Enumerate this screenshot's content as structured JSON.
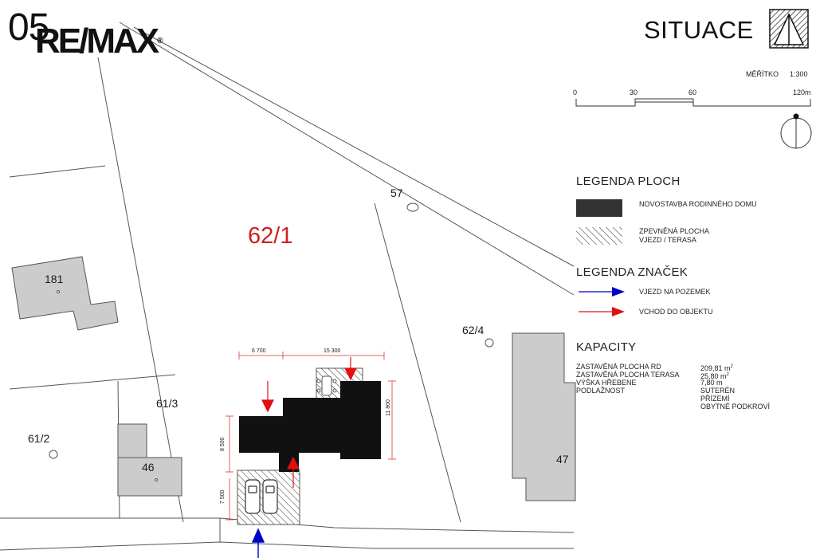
{
  "header": {
    "sheet_number": "05",
    "logo_text": "RE/MAX",
    "logo_mark": "®",
    "title": "SITUACE"
  },
  "scale": {
    "label": "MĚŘÍTKO",
    "ratio": "1:300",
    "ticks": [
      "0",
      "30",
      "60",
      "120m"
    ]
  },
  "parcels": {
    "main": "62/1",
    "road": "57",
    "right": "62/4",
    "left_upper": "61/3",
    "left_lower": "61/2"
  },
  "buildings": {
    "house_181": "181",
    "house_46": "46",
    "house_47": "47"
  },
  "dimensions": {
    "width_1": "6 700",
    "width_2": "15 300",
    "depth": "11 800",
    "side_1": "8 500",
    "side_2": "7 500"
  },
  "legend_areas": {
    "title": "LEGENDA PLOCH",
    "items": [
      {
        "label": "NOVOSTAVBA RODINNÉHO DOMU"
      },
      {
        "label": "ZPEVNĚNÁ PLOCHA",
        "label2": "VJEZD / TERASA"
      }
    ]
  },
  "legend_marks": {
    "title": "LEGENDA ZNAČEK",
    "items": [
      {
        "label": "VJEZD NA POZEMEK",
        "color": "#0000cc"
      },
      {
        "label": "VCHOD DO OBJEKTU",
        "color": "#e01010"
      }
    ]
  },
  "capacities": {
    "title": "KAPACITY",
    "rows": [
      {
        "label": "ZASTAVĚNÁ PLOCHA RD",
        "value": "209,81 m",
        "unit_sup": "2"
      },
      {
        "label": "ZASTAVĚNÁ PLOCHA TERASA",
        "value": "25,80 m",
        "unit_sup": "2"
      },
      {
        "label": "VÝŠKA HŘEBENE",
        "value": "7,80 m",
        "unit_sup": ""
      },
      {
        "label": "PODLAŽNOST",
        "value": "SUTERÉN",
        "unit_sup": ""
      }
    ],
    "extra_values": [
      "PŘÍZEMÍ",
      "OBYTNÉ PODKROVÍ"
    ]
  },
  "colors": {
    "new_building": "#111111",
    "existing_building": "#cccccc",
    "parcel_line": "#555555",
    "entry_arrow": "#e01010",
    "drive_arrow": "#0000cc",
    "parcel_label": "#cc1f1f"
  }
}
